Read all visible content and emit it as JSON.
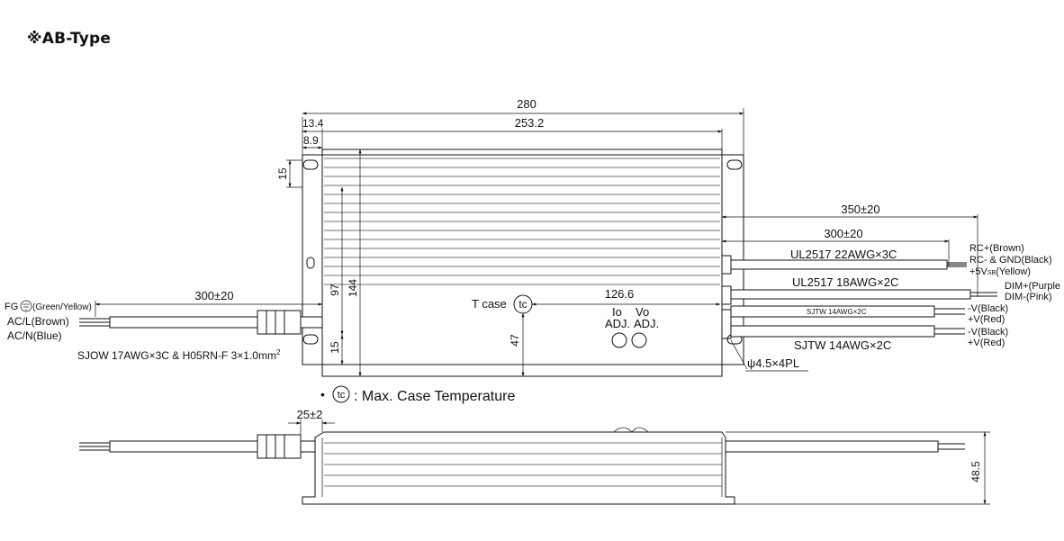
{
  "title": "※AB-Type",
  "dims": {
    "overall_length": "280",
    "body_length": "253.2",
    "flange_outer": "13.4",
    "flange_inner": "8.9",
    "flange_height": "15",
    "slot_span": "97",
    "body_width": "144",
    "slot_bottom": "15",
    "tcase_to_end": "126.6",
    "tcase_offset": "47",
    "output_cable_long": "350±20",
    "output_cable_short": "300±20",
    "input_cable": "300±20",
    "connector_offset": "25±2",
    "height": "48.5",
    "mounting_holes": "ψ4.5×4PL"
  },
  "labels": {
    "tcase": "T case",
    "tc_symbol": "tc",
    "io": "Io",
    "vo": "Vo",
    "io_adj": "ADJ.",
    "vo_adj": "ADJ.",
    "tc_note": ": Max. Case Temperature",
    "bullet": "•"
  },
  "input_wires": {
    "fg_prefix": "FG",
    "fg_suffix": "(Green/Yellow)",
    "acl": "AC/L(Brown)",
    "acn": "AC/N(Blue)",
    "cable_spec_main": "SJOW 17AWG×3C & H05RN-F 3×1.0mm",
    "cable_spec_sup": "2"
  },
  "output_cables": {
    "signal_cable": "UL2517 22AWG×3C",
    "dim_cable": "UL2517 18AWG×2C",
    "dc1_cable": "SJTW 14AWG×2C",
    "dc2_cable": "SJTW 14AWG×2C"
  },
  "output_wires": {
    "rc_pos": "RC+(Brown)",
    "rc_neg": "RC- & GND(Black)",
    "sb_pre": "+5V",
    "sb_sub": "SB",
    "sb_post": "(Yellow)",
    "dim_pos": "DIM+(Purple",
    "dim_neg": "DIM-(Pink)",
    "v1_neg": "-V(Black)",
    "v1_pos": "+V(Red)",
    "v2_neg": "-V(Black)",
    "v2_pos": "+V(Red)"
  }
}
